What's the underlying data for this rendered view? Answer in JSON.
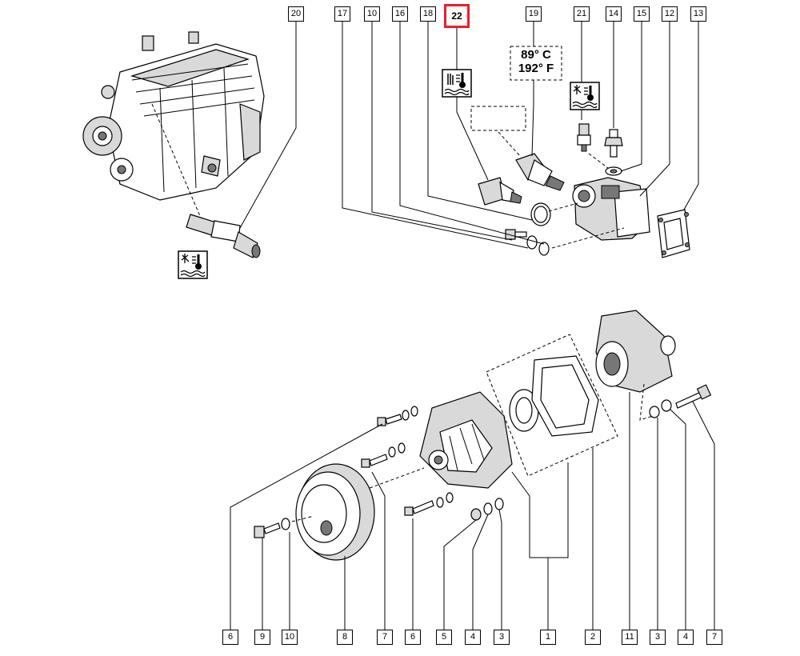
{
  "temperature": {
    "celsius": "89° C",
    "fahrenheit": "192° F"
  },
  "labels_top": [
    "20",
    "17",
    "10",
    "16",
    "18",
    "22",
    "19",
    "21",
    "14",
    "15",
    "12",
    "13"
  ],
  "labels_bottom": [
    "6",
    "9",
    "10",
    "8",
    "7",
    "6",
    "5",
    "4",
    "3",
    "1",
    "2",
    "11",
    "3",
    "4",
    "7"
  ],
  "highlighted_label": "22",
  "colors": {
    "highlight": "#e8202a",
    "line": "#000000"
  },
  "icons": [
    "coolant-temperature-icon"
  ]
}
